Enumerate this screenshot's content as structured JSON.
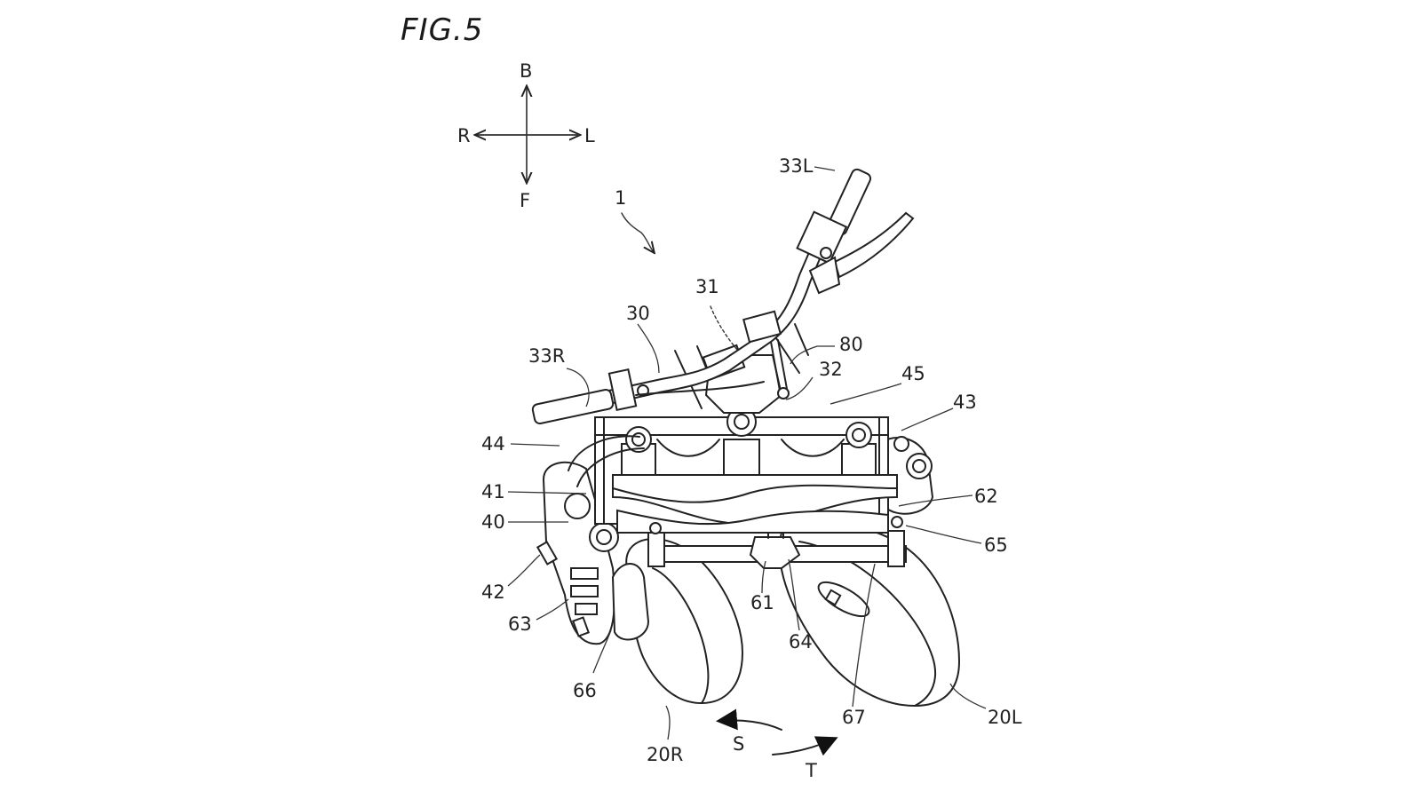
{
  "figure": {
    "title": "FIG.5",
    "reference_number": "1"
  },
  "compass": {
    "back": "B",
    "front": "F",
    "right": "R",
    "left": "L"
  },
  "labels": {
    "handle_left": "33L",
    "handle_right": "33R",
    "steering_shaft": "31",
    "handlebar": "30",
    "rod": "80",
    "bracket": "32",
    "upper_cross": "45",
    "right_member_43": "43",
    "left_member_44": "44",
    "link_41": "41",
    "link_40": "40",
    "member_42": "42",
    "member_63": "63",
    "member_66": "66",
    "wheel_right": "20R",
    "direction_s": "S",
    "direction_t": "T",
    "member_61": "61",
    "member_64": "64",
    "member_67": "67",
    "wheel_left": "20L",
    "member_62": "62",
    "member_65": "65"
  }
}
